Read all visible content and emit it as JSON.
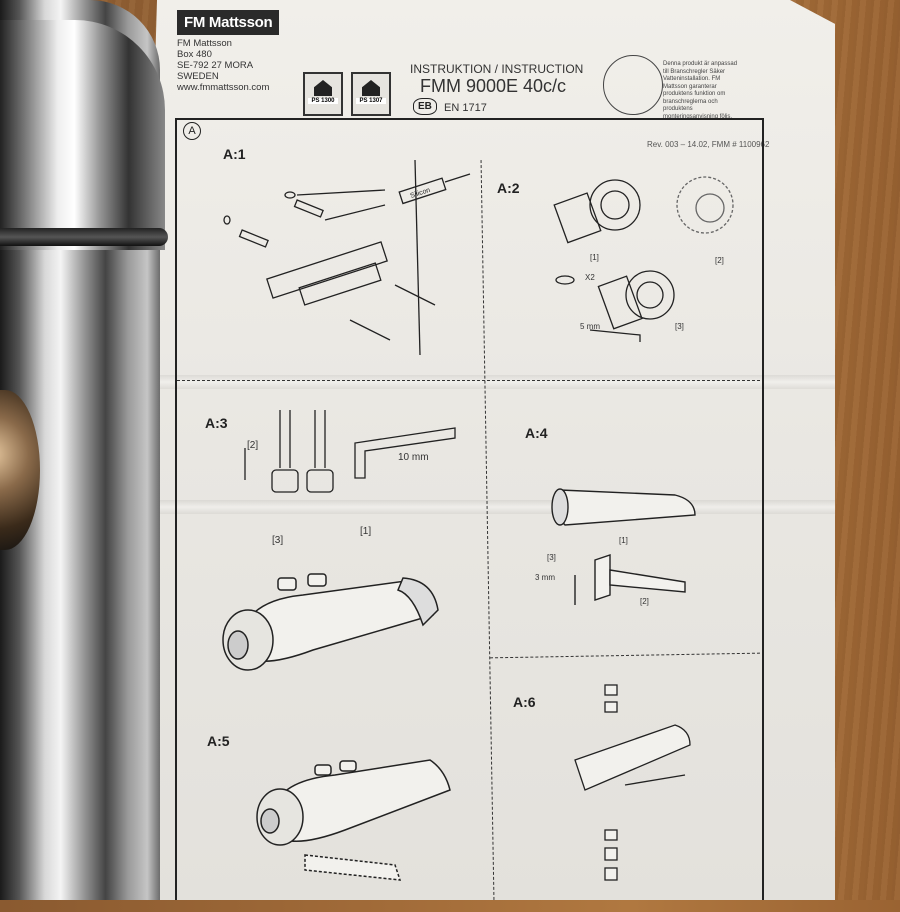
{
  "header": {
    "brand_logo": "FM Mattsson",
    "address_lines": [
      "FM Mattsson",
      "Box 480",
      "SE-792 27 MORA",
      "SWEDEN",
      "www.fmmattsson.com"
    ],
    "cert_1": "PS 1300",
    "cert_2": "PS 1307",
    "title_line1": "INSTRUKTION / INSTRUCTION",
    "title_line2": "FMM 9000E 40c/c",
    "eb_mark": "EB",
    "standard": "EN 1717",
    "eco_text": "Denna produkt är anpassad till Branschregler Säker Vatteninstallation. FM Mattsson garanterar produktens funktion om branschreglerna och produktens monteringsanvisning följs.",
    "revision": "Rev. 003 – 14.02, FMM # 1100962"
  },
  "section_marker": "A",
  "steps": {
    "a1": "A:1",
    "a2": "A:2",
    "a3": "A:3",
    "a4": "A:4",
    "a5": "A:5",
    "a6": "A:6"
  },
  "callouts": {
    "a2_b1": "[1]",
    "a2_x2": "X2",
    "a2_b2": "[2]",
    "a2_b3": "[3]",
    "a2_5mm": "5 mm",
    "a3_b2": "[2]",
    "a3_10mm": "10 mm",
    "a3_b3": "[3]",
    "a3_b1": "[1]",
    "a4_b3": "[3]",
    "a4_b1": "[1]",
    "a4_3mm": "3 mm",
    "a4_b2": "[2]",
    "silicone": "Silicon"
  }
}
